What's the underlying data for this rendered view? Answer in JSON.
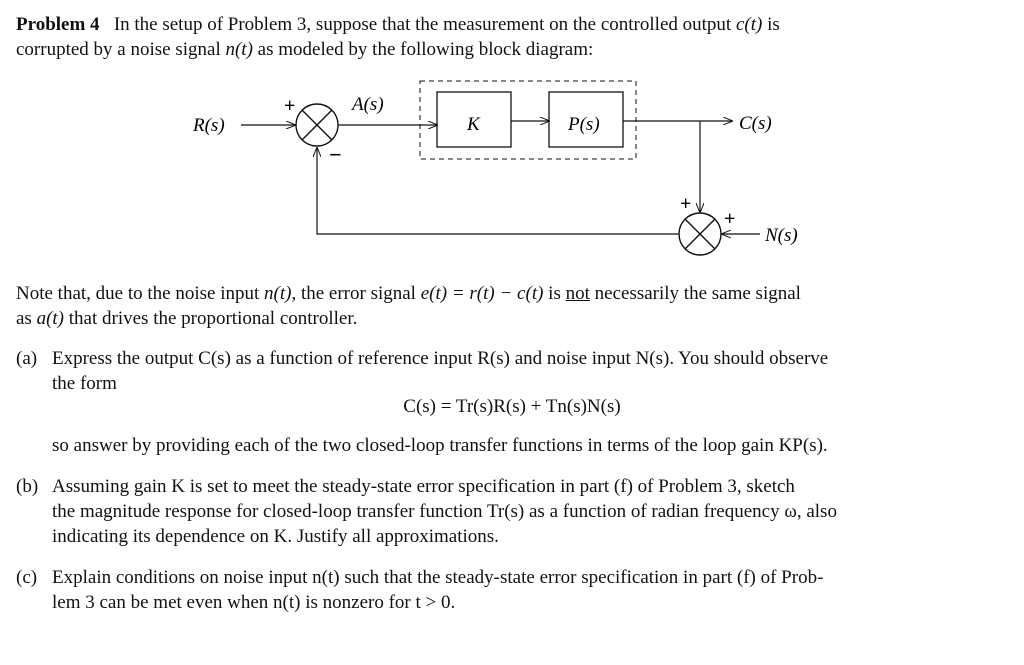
{
  "problem": {
    "heading": "Problem 4",
    "intro_line1_a": "In the setup of Problem 3, suppose that the measurement on the controlled output",
    "intro_line1_b": "c(t)",
    "intro_line1_c": "is",
    "intro_line2_a": "corrupted by a noise signal",
    "intro_line2_b": "n(t)",
    "intro_line2_c": "as modeled by the following block diagram:"
  },
  "diagram": {
    "input_label": "R(s)",
    "plus_top": "+",
    "minus_bottom": "−",
    "signal_a": "A(s)",
    "block_k": "K",
    "block_p": "P(s)",
    "output_label": "C(s)",
    "plus_sum2_top": "+",
    "plus_sum2_right": "+",
    "noise_label": "N(s)"
  },
  "note": {
    "l1_a": "Note that, due to the noise input",
    "l1_b": "n(t)",
    "l1_c": ", the error signal",
    "l1_d": "e(t) = r(t) − c(t)",
    "l1_e": "is",
    "l1_not": "not",
    "l1_f": "necessarily the same signal",
    "l2_a": "as",
    "l2_b": "a(t)",
    "l2_c": "that drives the proportional controller."
  },
  "parts": {
    "a_label": "(a)",
    "a_l1": "Express the output C(s) as a function of reference input R(s) and noise input N(s). You should observe",
    "a_l2": "the form",
    "a_eq": "C(s) = Tr(s)R(s) + Tn(s)N(s)",
    "a_l3": "so answer by providing each of the two closed-loop transfer functions in terms of the loop gain KP(s).",
    "b_label": "(b)",
    "b_l1": "Assuming gain K is set to meet the steady-state error specification in part (f) of Problem 3, sketch",
    "b_l2": "the magnitude response for closed-loop transfer function Tr(s) as a function of radian frequency ω, also",
    "b_l3": "indicating its dependence on K. Justify all approximations.",
    "c_label": "(c)",
    "c_l1": "Explain conditions on noise input n(t) such that the steady-state error specification in part (f) of Prob-",
    "c_l2": "lem 3 can be met even when n(t) is nonzero for t > 0."
  }
}
